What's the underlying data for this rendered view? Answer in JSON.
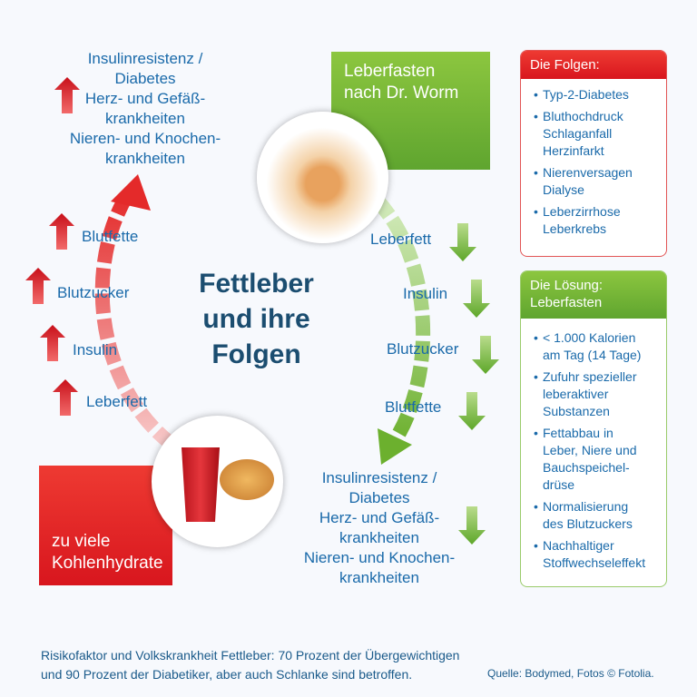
{
  "title": [
    "Fettleber",
    "und ihre",
    "Folgen"
  ],
  "left_top": [
    "Insulinresistenz /",
    "Diabetes",
    "Herz- und Gefäß-",
    "krankheiten",
    "Nieren- und Knochen-",
    "krankheiten"
  ],
  "left_items": [
    "Blutfette",
    "Blutzucker",
    "Insulin",
    "Leberfett"
  ],
  "red_box": [
    "zu viele",
    "Kohlenhydrate"
  ],
  "green_box": [
    "Leberfasten",
    "nach Dr. Worm"
  ],
  "right_items": [
    "Leberfett",
    "Insulin",
    "Blutzucker",
    "Blutfette"
  ],
  "right_bottom": [
    "Insulinresistenz /",
    "Diabetes",
    "Herz- und Gefäß-",
    "krankheiten",
    "Nieren- und Knochen-",
    "krankheiten"
  ],
  "folgen": {
    "header": "Die Folgen:",
    "items": [
      "Typ-2-Diabetes",
      "Bluthochdruck\nSchlaganfall\nHerzinfarkt",
      "Nierenversagen\nDialyse",
      "Leberzirrhose\nLeberkrebs"
    ]
  },
  "loesung": {
    "header": "Die Lösung:\nLeberfasten",
    "items": [
      "< 1.000 Kalorien\nam Tag (14 Tage)",
      "Zufuhr spezieller\nleberaktiver\nSubstanzen",
      "Fettabbau in\nLeber, Niere und\nBauchspeichel-\ndrüse",
      "Normalisierung\ndes Blutzuckers",
      "Nachhaltiger\nStoffwechseleffekt"
    ]
  },
  "footer": {
    "line1": "Risikofaktor und Volkskrankheit Fettleber: 70 Prozent der Übergewichtigen",
    "line2": "und 90 Prozent der Diabetiker, aber auch Schlanke sind betroffen.",
    "source": "Quelle: Bodymed, Fotos © Fotolia."
  },
  "colors": {
    "red": "#e42a2a",
    "green": "#7ab83a",
    "text": "#1a6aaa",
    "title": "#1b4d70"
  }
}
